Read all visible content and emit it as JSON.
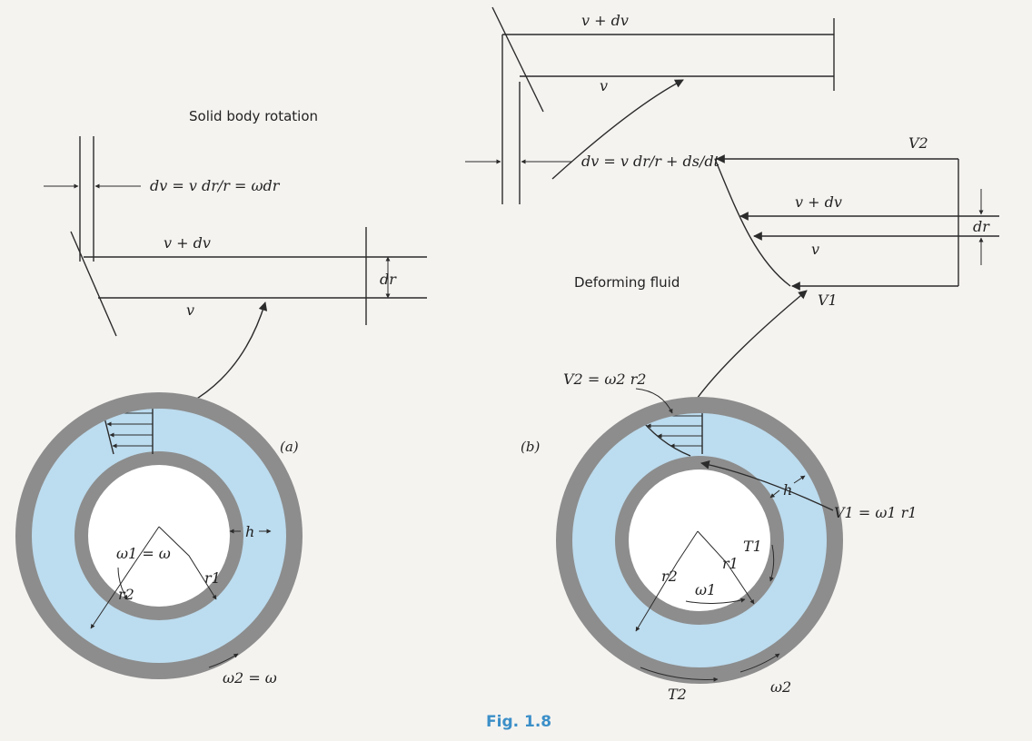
{
  "caption": "Fig. 1.8",
  "panel_a": {
    "title": "Solid body rotation",
    "tag": "(a)",
    "eq": "dv = v dr/r = ωdr",
    "upper_v": "v + dv",
    "lower_v": "v",
    "dr": "dr",
    "omega1": "ω1 = ω",
    "omega2": "ω2 = ω",
    "r1": "r1",
    "r2": "r2",
    "h": "h"
  },
  "panel_b": {
    "title": "Deforming fluid",
    "tag": "(b)",
    "eq": "dv = v dr/r + ds/dt",
    "top_upper_v": "v + dv",
    "top_lower_v": "v",
    "V2": "V2",
    "V1": "V1",
    "mid_upper_v": "v + dv",
    "mid_lower_v": "v",
    "dr": "dr",
    "V2_eq": "V2 = ω2 r2",
    "V1_eq": "V1 = ω1 r1",
    "h": "h",
    "T1": "T1",
    "T2": "T2",
    "r1": "r1",
    "r2": "r2",
    "omega1": "ω1",
    "omega2": "ω2"
  },
  "colors": {
    "fluid": "#bcdcef",
    "wall": "#8d8d8d",
    "caption": "#3b8fc8",
    "ink": "#2b2b2b"
  }
}
